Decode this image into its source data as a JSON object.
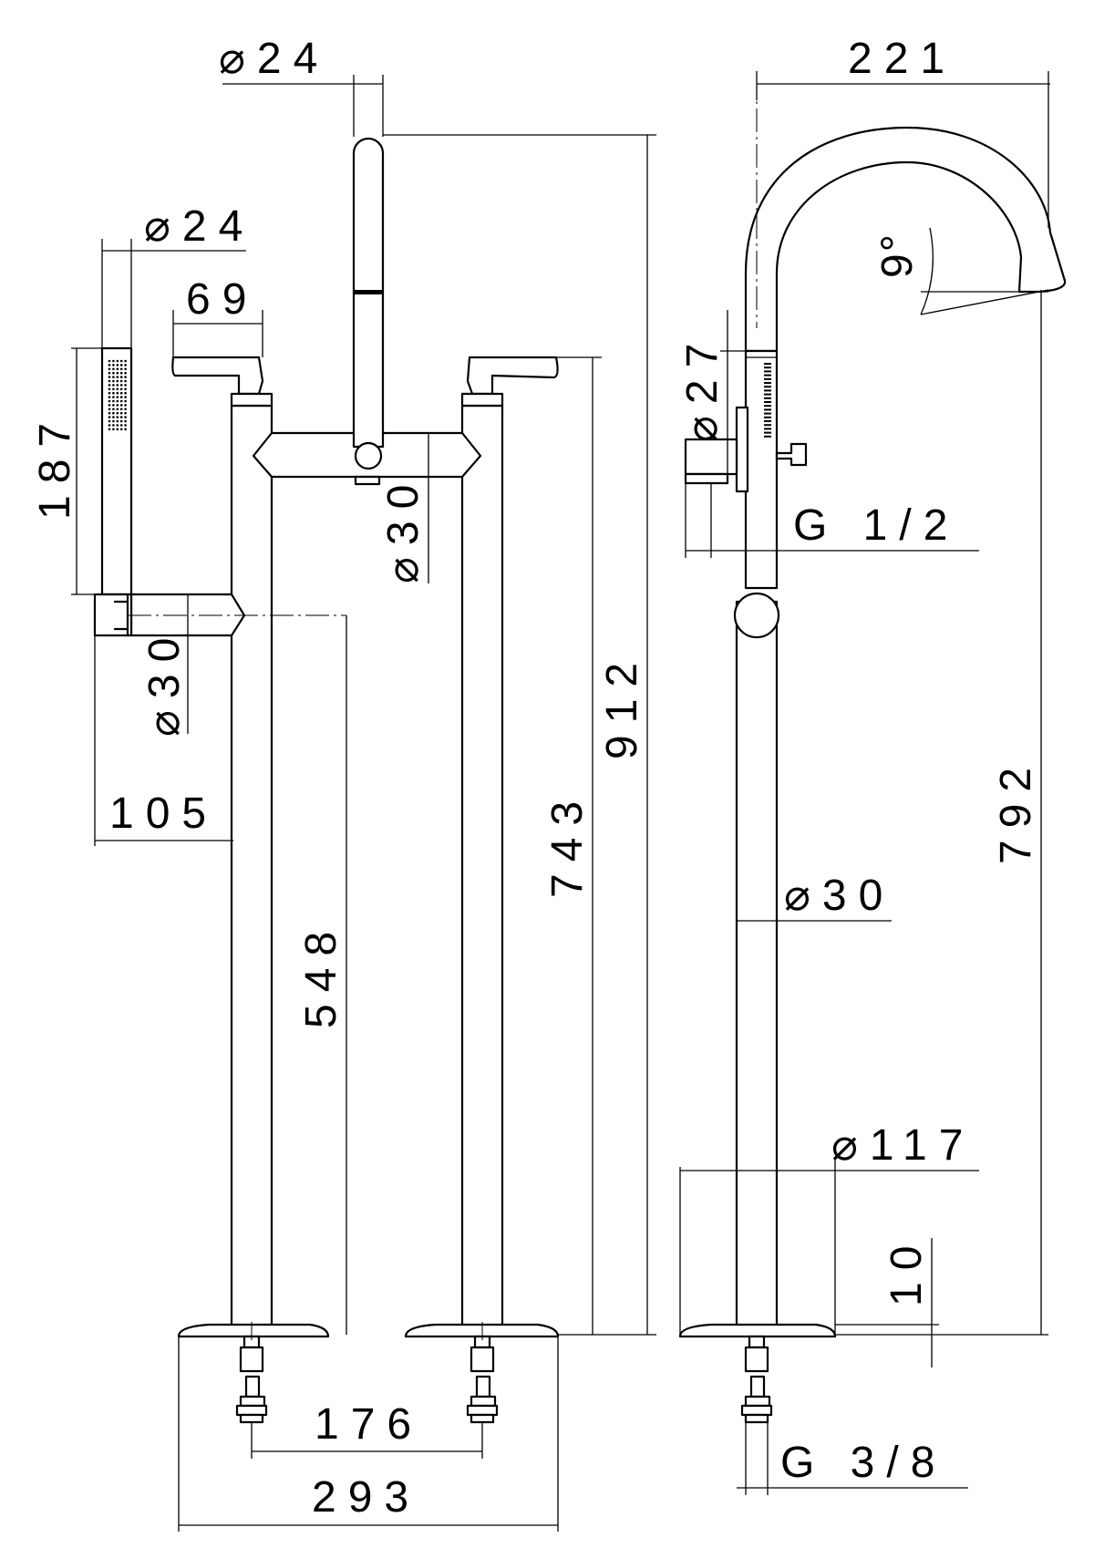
{
  "colors": {
    "ink": "#000000",
    "paper": "#ffffff"
  },
  "dimensions": {
    "front_view": {
      "diam_spout_top": "⌀24",
      "diam_hand_shower": "⌀24",
      "handle_length": "69",
      "hand_shower_length": "187",
      "diam_bridge": "⌀30",
      "diam_shower_holder": "⌀30",
      "shower_holder_offset": "105",
      "holder_height": "548",
      "handle_height": "743",
      "total_height": "912",
      "inlet_spacing": "176",
      "overall_width": "293"
    },
    "side_view": {
      "spout_reach": "221",
      "spout_angle": "9°",
      "diam_spout_base": "⌀27",
      "outlet_thread": "G 1/2",
      "outlet_height": "792",
      "diam_column": "⌀30",
      "diam_base_plate": "⌀117",
      "base_plate_height": "10",
      "inlet_thread": "G 3/8"
    }
  }
}
